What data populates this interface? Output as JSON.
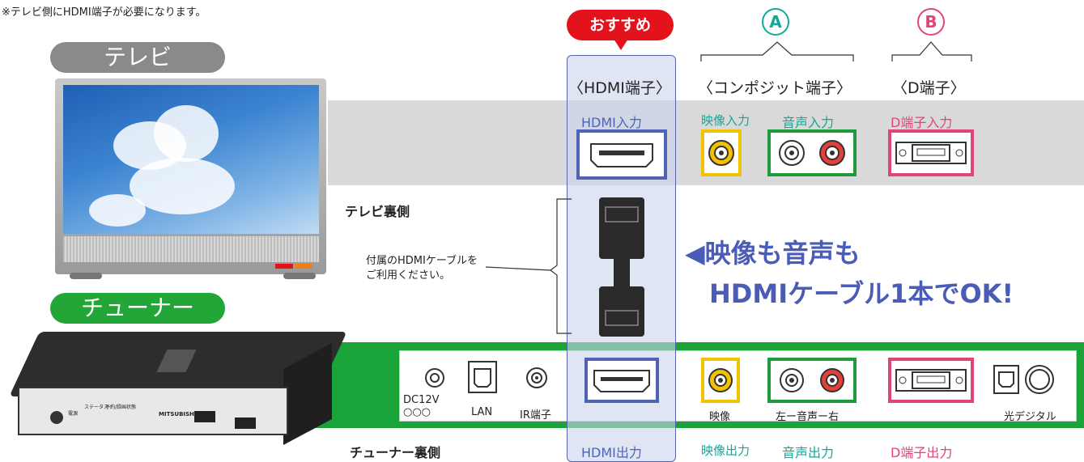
{
  "note": "※テレビ側にHDMI端子が必要になります。",
  "tv_label": "テレビ",
  "tuner_label": "チューナー",
  "recommend_badge": "おすすめ",
  "groups": {
    "a_marker": "A",
    "b_marker": "B"
  },
  "types": {
    "hdmi": "〈HDMI端子〉",
    "composite": "〈コンポジット端子〉",
    "d": "〈D端子〉"
  },
  "tv_ports": {
    "hdmi_in": "HDMI入力",
    "video_in": "映像入力",
    "audio_in": "音声入力",
    "d_in": "D端子入力"
  },
  "tv_back": "テレビ裏側",
  "cable_note": [
    "付属のHDMIケーブルを",
    "ご利用ください。"
  ],
  "message": [
    "◀映像も音声も",
    "HDMIケーブル1本でOK!"
  ],
  "tuner_panel": {
    "dc": "DC12V",
    "dc_sub": "○○○",
    "lan": "LAN",
    "ir": "IR端子",
    "video": "映像",
    "audio": "左ー音声ー右",
    "optical": "光デジタル"
  },
  "tuner_back": "チューナー裏側",
  "tuner_ports": {
    "hdmi_out": "HDMI出力",
    "video_out": "映像出力",
    "audio_out": "音声出力",
    "d_out": "D端子出力"
  },
  "tuner_device": {
    "brand": "MITSUBISHI",
    "power": "電源",
    "status": "ステータス",
    "reserve": "予約/録画状態"
  },
  "colors": {
    "hdmi": "#4e63b6",
    "video": "#f2c200",
    "audio": "#1e9b3c",
    "d": "#e0457a",
    "recommend": "#e3121b",
    "tuner_band": "#19a339",
    "tv_band": "#d9d9d9"
  }
}
